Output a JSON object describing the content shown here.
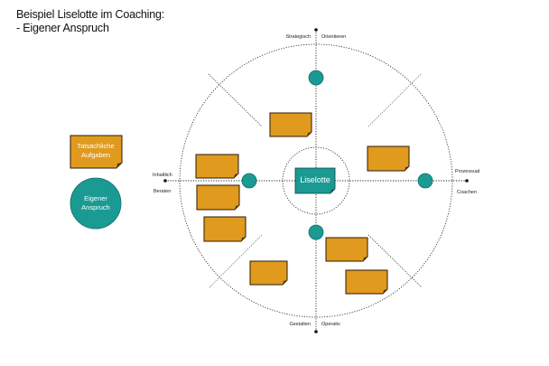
{
  "title": {
    "line1": "Beispiel Liselotte im Coaching:",
    "line2": "- Eigener Anspruch"
  },
  "colors": {
    "note_fill": "#E09A1E",
    "note_border": "#2a1a08",
    "teal": "#1A9A93",
    "teal_border": "#0f6f6a",
    "line": "#222222"
  },
  "legend": {
    "note_label_line1": "Tatsächliche",
    "note_label_line2": "Aufgaben",
    "circle_label_line1": "Eigener",
    "circle_label_line2": "Anspruch"
  },
  "center": {
    "label": "Liselotte"
  },
  "axes": {
    "top_left": "Strategisch",
    "top_right": "Orientieren",
    "bottom_left": "Gestalten",
    "bottom_right": "Operativ",
    "left_top": "Inhaltlich",
    "left_bottom": "Beraten",
    "right_top": "Prozessual",
    "right_bottom": "Coachen"
  },
  "notes_count": 8,
  "dots_count": 4
}
